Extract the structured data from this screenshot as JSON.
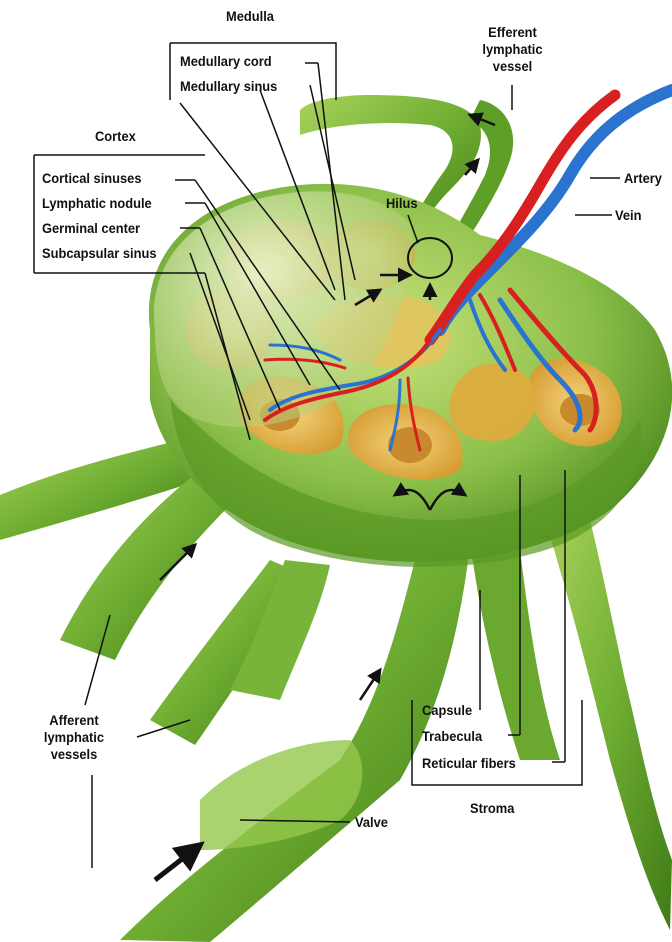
{
  "labels": {
    "medulla": "Medulla",
    "medullary_cord": "Medullary cord",
    "medullary_sinus": "Medullary sinus",
    "efferent_vessel": [
      "Efferent",
      "lymphatic",
      "vessel"
    ],
    "cortex": "Cortex",
    "cortical_sinuses": "Cortical sinuses",
    "lymphatic_nodule": "Lymphatic nodule",
    "germinal_center": "Germinal center",
    "subcapsular_sinus": "Subcapsular sinus",
    "hilus": "Hilus",
    "artery": "Artery",
    "vein": "Vein",
    "afferent_vessels": [
      "Afferent",
      "lymphatic",
      "vessels"
    ],
    "capsule": "Capsule",
    "trabecula": "Trabecula",
    "reticular_fibers": "Reticular fibers",
    "stroma": "Stroma",
    "valve": "Valve"
  },
  "colors": {
    "tissue_green": "#8bc34a",
    "tissue_dark": "#4f8f1f",
    "cortex_yellow": "#e8b84a",
    "artery_red": "#d92020",
    "vein_blue": "#2a74d0"
  }
}
